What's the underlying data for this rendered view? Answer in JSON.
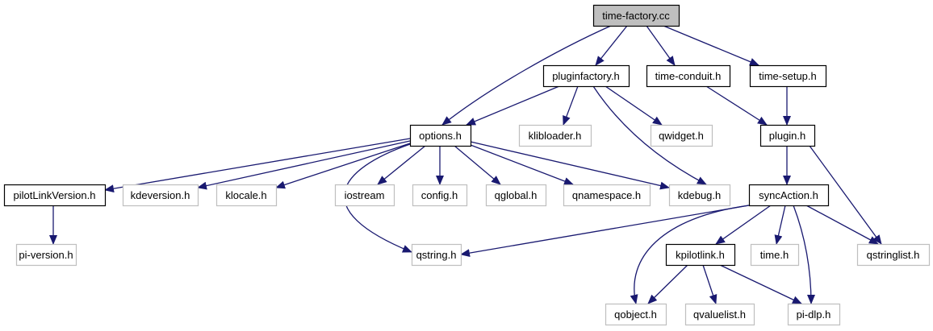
{
  "diagram": {
    "title": "time-factory.cc",
    "edge_color": "#191970",
    "nodes": [
      {
        "id": "time-factory.cc",
        "label": "time-factory.cc",
        "kind": "root"
      },
      {
        "id": "pluginfactory.h",
        "label": "pluginfactory.h",
        "kind": "documented"
      },
      {
        "id": "time-conduit.h",
        "label": "time-conduit.h",
        "kind": "documented"
      },
      {
        "id": "time-setup.h",
        "label": "time-setup.h",
        "kind": "documented"
      },
      {
        "id": "options.h",
        "label": "options.h",
        "kind": "documented"
      },
      {
        "id": "klibloader.h",
        "label": "klibloader.h",
        "kind": "external"
      },
      {
        "id": "qwidget.h",
        "label": "qwidget.h",
        "kind": "external"
      },
      {
        "id": "plugin.h",
        "label": "plugin.h",
        "kind": "documented"
      },
      {
        "id": "pilotLinkVersion.h",
        "label": "pilotLinkVersion.h",
        "kind": "documented"
      },
      {
        "id": "kdeversion.h",
        "label": "kdeversion.h",
        "kind": "external"
      },
      {
        "id": "klocale.h",
        "label": "klocale.h",
        "kind": "external"
      },
      {
        "id": "iostream",
        "label": "iostream",
        "kind": "external"
      },
      {
        "id": "config.h",
        "label": "config.h",
        "kind": "external"
      },
      {
        "id": "qglobal.h",
        "label": "qglobal.h",
        "kind": "external"
      },
      {
        "id": "qnamespace.h",
        "label": "qnamespace.h",
        "kind": "external"
      },
      {
        "id": "kdebug.h",
        "label": "kdebug.h",
        "kind": "external"
      },
      {
        "id": "syncAction.h",
        "label": "syncAction.h",
        "kind": "documented"
      },
      {
        "id": "pi-version.h",
        "label": "pi-version.h",
        "kind": "external"
      },
      {
        "id": "qstring.h",
        "label": "qstring.h",
        "kind": "external"
      },
      {
        "id": "kpilotlink.h",
        "label": "kpilotlink.h",
        "kind": "documented"
      },
      {
        "id": "time.h",
        "label": "time.h",
        "kind": "external"
      },
      {
        "id": "qstringlist.h",
        "label": "qstringlist.h",
        "kind": "external"
      },
      {
        "id": "qobject.h",
        "label": "qobject.h",
        "kind": "external"
      },
      {
        "id": "qvaluelist.h",
        "label": "qvaluelist.h",
        "kind": "external"
      },
      {
        "id": "pi-dlp.h",
        "label": "pi-dlp.h",
        "kind": "external"
      }
    ],
    "edges": [
      [
        "time-factory.cc",
        "options.h"
      ],
      [
        "time-factory.cc",
        "pluginfactory.h"
      ],
      [
        "time-factory.cc",
        "time-conduit.h"
      ],
      [
        "time-factory.cc",
        "time-setup.h"
      ],
      [
        "pluginfactory.h",
        "options.h"
      ],
      [
        "pluginfactory.h",
        "klibloader.h"
      ],
      [
        "pluginfactory.h",
        "qwidget.h"
      ],
      [
        "pluginfactory.h",
        "kdebug.h"
      ],
      [
        "time-conduit.h",
        "plugin.h"
      ],
      [
        "time-setup.h",
        "plugin.h"
      ],
      [
        "options.h",
        "pilotLinkVersion.h"
      ],
      [
        "options.h",
        "kdeversion.h"
      ],
      [
        "options.h",
        "klocale.h"
      ],
      [
        "options.h",
        "qstring.h"
      ],
      [
        "options.h",
        "iostream"
      ],
      [
        "options.h",
        "config.h"
      ],
      [
        "options.h",
        "qglobal.h"
      ],
      [
        "options.h",
        "qnamespace.h"
      ],
      [
        "options.h",
        "kdebug.h"
      ],
      [
        "plugin.h",
        "syncAction.h"
      ],
      [
        "plugin.h",
        "qstringlist.h"
      ],
      [
        "pilotLinkVersion.h",
        "pi-version.h"
      ],
      [
        "syncAction.h",
        "qstring.h"
      ],
      [
        "syncAction.h",
        "qobject.h"
      ],
      [
        "syncAction.h",
        "kpilotlink.h"
      ],
      [
        "syncAction.h",
        "time.h"
      ],
      [
        "syncAction.h",
        "pi-dlp.h"
      ],
      [
        "syncAction.h",
        "qstringlist.h"
      ],
      [
        "kpilotlink.h",
        "qobject.h"
      ],
      [
        "kpilotlink.h",
        "qvaluelist.h"
      ],
      [
        "kpilotlink.h",
        "pi-dlp.h"
      ]
    ]
  }
}
